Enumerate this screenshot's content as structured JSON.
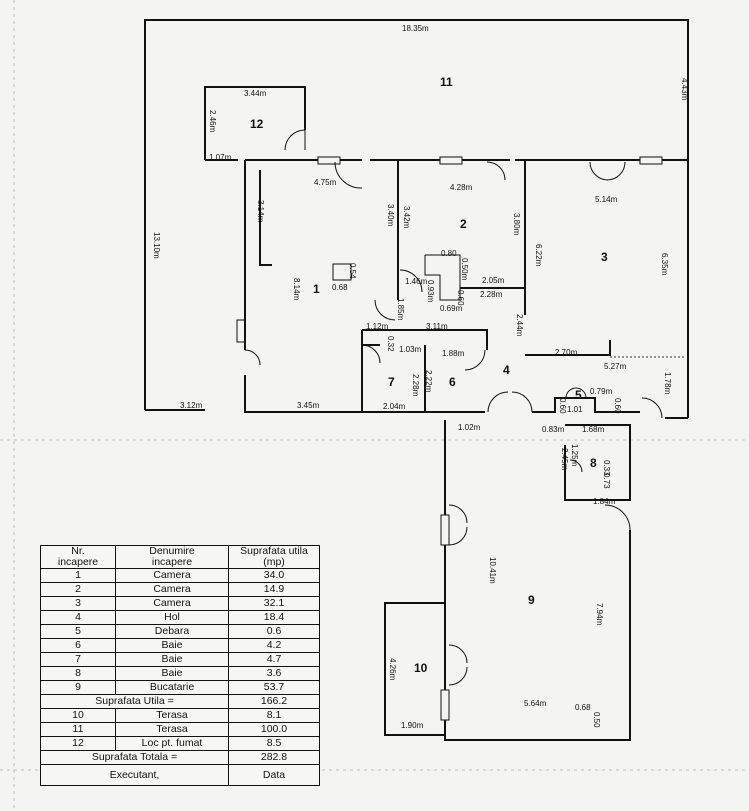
{
  "plan": {
    "room_numbers": {
      "r1": "1",
      "r2": "2",
      "r3": "3",
      "r4": "4",
      "r5": "5",
      "r6": "6",
      "r7": "7",
      "r8": "8",
      "r9": "9",
      "r10": "10",
      "r11": "11",
      "r12": "12"
    },
    "dimensions": {
      "terrace_top": "18.35m",
      "terrace_left": "13.10m",
      "terrace_right": "4.43m",
      "r12_top": "3.44m",
      "r12_left": "2.46m",
      "r12_bottom": "1.07m",
      "r1_top": "4.75m",
      "r1_wall_a": "3.14m",
      "r1_height": "8.14m",
      "r1_small_a": "0.68",
      "r1_small_b": "0.54",
      "r1_bottom": "3.45m",
      "bottom_left": "3.12m",
      "r2_top": "4.28m",
      "r2_left_outer": "3.40m",
      "r2_left_inner": "3.42m",
      "r2_right": "3.80m",
      "d_080": "0.80",
      "d_146": "1.46m",
      "d_093": "0.93m",
      "d_050": "0.50m",
      "d_060": "0.60",
      "d_069": "0.69m",
      "d_205": "2.05m",
      "d_228": "2.28m",
      "d_185": "1.85m",
      "d_244": "2.44m",
      "r3_top": "5.14m",
      "r3_left": "6.22m",
      "r3_right": "6.35m",
      "r3_bottom": "2.70m",
      "d_527": "5.27m",
      "d_178": "1.78m",
      "d_112": "1.12m",
      "d_311": "3.11m",
      "d_103": "1.03m",
      "d_188": "1.88m",
      "d_032": "0.32",
      "r7_height": "2.28m",
      "r6_height": "2.22m",
      "r7_bottom": "2.04m",
      "d_079": "0.79m",
      "d_060b": "0.60",
      "d_060c": "0.60",
      "d_101": "1.01",
      "d_083": "0.83m",
      "d_168": "1.68m",
      "d_102": "1.02m",
      "r8_a": "2.45m",
      "r8_b": "1.25m",
      "r8_c": "0.33",
      "r8_d": "0.73",
      "d_184": "1.84m",
      "r9_left": "10.41m",
      "r9_right": "7.94m",
      "r9_bottom": "5.64m",
      "r9_b2": "0.68",
      "r9_b3": "0.50",
      "r10_height": "4.26m",
      "r10_bottom": "1.90m"
    }
  },
  "table": {
    "headers": [
      "Nr.\nincapere",
      "Denumire\nincapere",
      "Suprafata utila\n(mp)"
    ],
    "rows": [
      {
        "nr": "1",
        "name": "Camera",
        "area": "34.0"
      },
      {
        "nr": "2",
        "name": "Camera",
        "area": "14.9"
      },
      {
        "nr": "3",
        "name": "Camera",
        "area": "32.1"
      },
      {
        "nr": "4",
        "name": "Hol",
        "area": "18.4"
      },
      {
        "nr": "5",
        "name": "Debara",
        "area": "0.6"
      },
      {
        "nr": "6",
        "name": "Baie",
        "area": "4.2"
      },
      {
        "nr": "7",
        "name": "Baie",
        "area": "4.7"
      },
      {
        "nr": "8",
        "name": "Baie",
        "area": "3.6"
      },
      {
        "nr": "9",
        "name": "Bucatarie",
        "area": "53.7"
      }
    ],
    "subtotal": {
      "label": "Suprafata Utila =",
      "area": "166.2"
    },
    "extra_rows": [
      {
        "nr": "10",
        "name": "Terasa",
        "area": "8.1"
      },
      {
        "nr": "11",
        "name": "Terasa",
        "area": "100.0"
      },
      {
        "nr": "12",
        "name": "Loc pt. fumat",
        "area": "8.5"
      }
    ],
    "total": {
      "label": "Suprafata Totala =",
      "area": "282.8"
    },
    "footer": {
      "executant": "Executant,",
      "data": "Data"
    }
  }
}
